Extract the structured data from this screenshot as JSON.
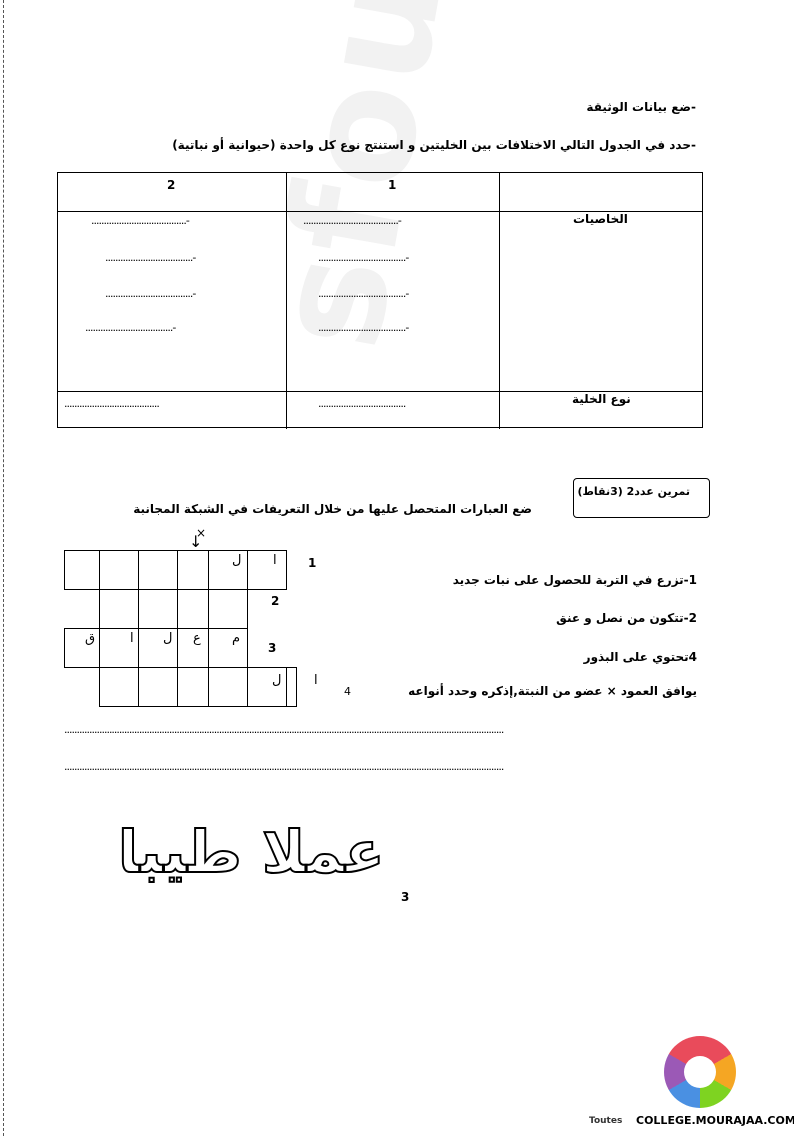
{
  "header": {
    "line1": "-ضع بيانات الوثيقة",
    "line2": "-حدد في الجدول التالي الاختلافات بين الخليتين و استنتج نوع كل واحدة (حيوانية أو نباتية)"
  },
  "table": {
    "col2_header": "2",
    "col1_header": "1",
    "row_properties": "الخاصيات",
    "row_cell_type": "نوع الخلية",
    "dash": "-",
    "dots_long": "......................................",
    "dots_mid": "...................................",
    "dots_short": ".................................."
  },
  "exercise": {
    "box_label": "تمرين عدد2 (3نقاط)",
    "instruction": "ضع العبارات المتحصل  عليها من خلال التعريفات في الشبكة المجانبة",
    "arrow_mark": "×",
    "definitions": [
      "1-تزرع في التربة للحصول على نبات جديد",
      "2-تتكون من نصل و عنق",
      "4تحتوي على البذور",
      "يوافق العمود × عضو من النبتة,إذكره وحدد أنواعه"
    ],
    "row_numbers": [
      "1",
      "2",
      "3",
      "4"
    ],
    "grid_letters": {
      "row1": [
        "ا",
        "ل"
      ],
      "row3": [
        "م",
        "ع",
        "ل",
        "ا",
        "ق"
      ],
      "row4": [
        "ا",
        "ل"
      ]
    },
    "answer_dots": "................................................................................................................................................................................"
  },
  "footer": {
    "calligraphy": "عملا طيبا",
    "page_number": "3",
    "site": "COLLEGE.MOURAJAA.COM",
    "left_tag": "Toutes"
  },
  "watermark_text": "sfousi"
}
